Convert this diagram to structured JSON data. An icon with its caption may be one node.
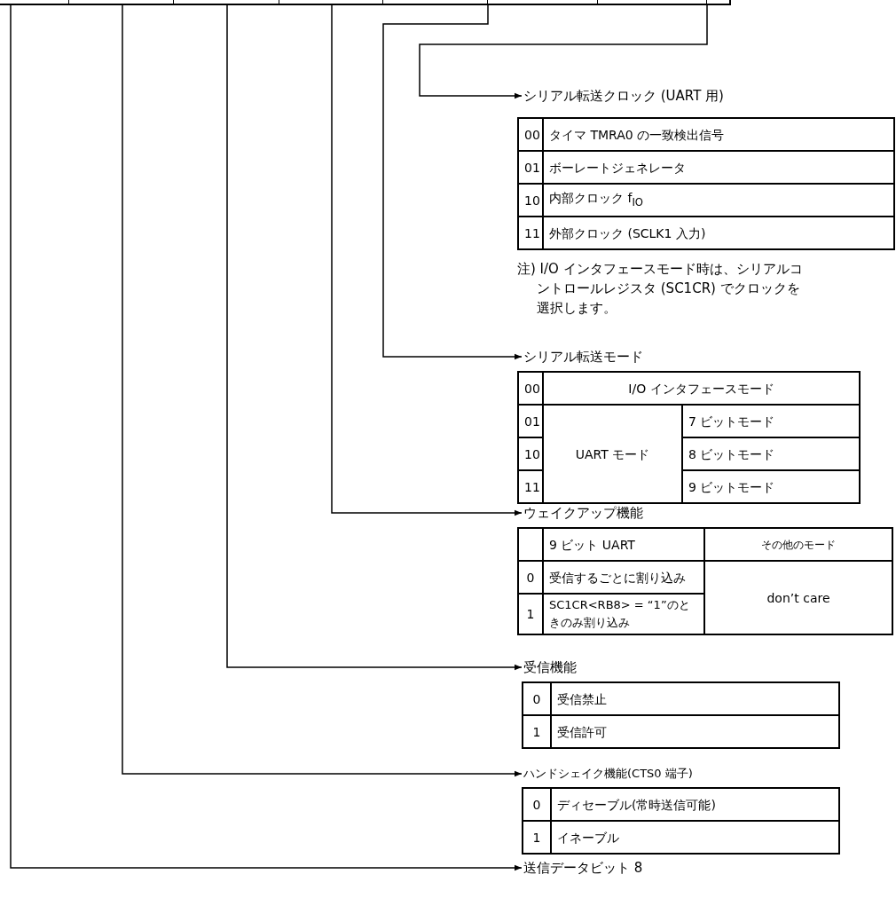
{
  "diagram": {
    "nodes": [
      {
        "text": [],
        "shape": "box"
      },
      {
        "text": [
          "シリアル転送クロック (UART 用)"
        ]
      },
      {
        "text": [
          "シリアル転送モード"
        ]
      },
      {
        "text": [
          "ウェイクアップ機能"
        ]
      },
      {
        "text": [
          "受信機能"
        ]
      },
      {
        "text": [
          "ハンドシェイク機能(CTS0 端子)"
        ]
      },
      {
        "text": [
          "送信データビット 8"
        ]
      }
    ],
    "edges": [
      {
        "from": 0,
        "to": 1,
        "arrow": "to"
      },
      {
        "from": 0,
        "to": 2,
        "arrow": "to"
      },
      {
        "from": 0,
        "to": 3,
        "arrow": "to"
      },
      {
        "from": 0,
        "to": 4,
        "arrow": "to"
      },
      {
        "from": 0,
        "to": 5,
        "arrow": "to"
      },
      {
        "from": 0,
        "to": 6,
        "arrow": "to"
      }
    ],
    "labels": [
      "00",
      "タイマ TMRA0 の一致検出信号",
      "01",
      "ボーレートジェネレータ",
      "10",
      "内部クロック f$_{IO}$",
      "11",
      "外部クロック (SCLK1 入力)",
      "注) I/O インタフェースモード時は、シリアルコントロールレジスタ (SC1CR) でクロックを選択します。",
      "00",
      "I/O インタフェースモード",
      "01",
      "UART モード",
      "7 ビットモード",
      "10",
      "8 ビットモード",
      "11",
      "9 ビットモード",
      "9 ビット UART",
      "その他のモード",
      "0",
      "受信するごとに割り込み",
      "don’t care",
      "1",
      "SC1CR<RB8> = “1”のときのみ割り込み",
      "0",
      "受信禁止",
      "1",
      "受信許可",
      "0",
      "ディセーブル(常時送信可能)",
      "1",
      "イネーブル"
    ]
  }
}
